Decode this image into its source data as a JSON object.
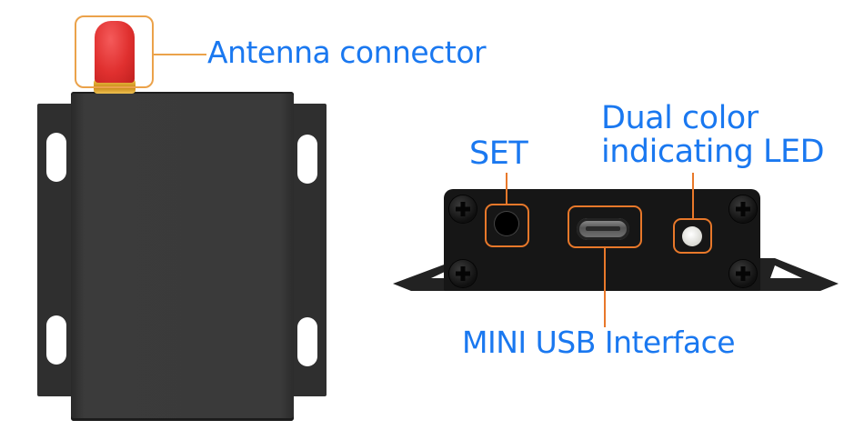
{
  "labels": {
    "antenna": "Antenna connector",
    "set": "SET",
    "led_line1": "Dual color",
    "led_line2": "indicating LED",
    "usb": "MINI USB Interface"
  },
  "colors": {
    "label_text": "#1a78f0",
    "callout_orange": "#e8782a",
    "antenna_callout": "#eba24a",
    "device_body": "#3a3a3a",
    "antenna_cap": "#e0302f"
  },
  "components": [
    {
      "name": "antenna connector",
      "type": "callout"
    },
    {
      "name": "SET button",
      "type": "callout"
    },
    {
      "name": "MINI USB port",
      "type": "callout"
    },
    {
      "name": "dual color LED",
      "type": "callout"
    }
  ]
}
